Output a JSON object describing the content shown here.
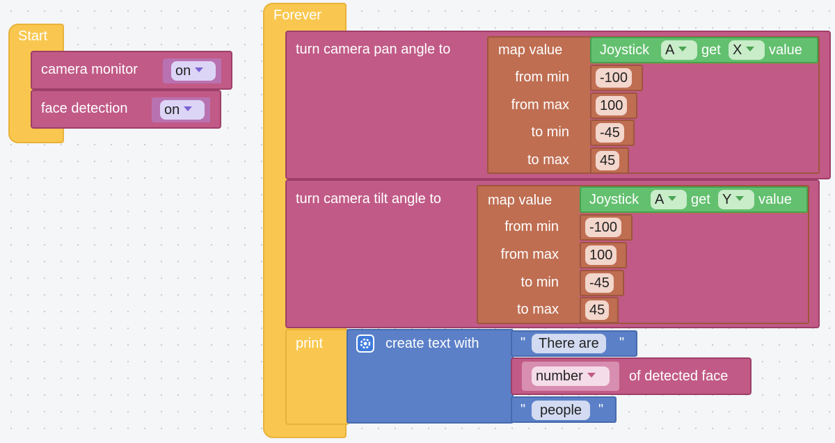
{
  "start": {
    "title": "Start",
    "camera_monitor": {
      "label": "camera monitor",
      "value": "on"
    },
    "face_detection": {
      "label": "face detection",
      "value": "on"
    }
  },
  "forever": {
    "title": "Forever",
    "pan": {
      "label": "turn camera pan angle to",
      "map_label": "map value",
      "joystick": {
        "label": "Joystick",
        "port": "A",
        "get_label": "get",
        "axis": "X",
        "value_label": "value"
      },
      "from_min_label": "from min",
      "from_min": "-100",
      "from_max_label": "from max",
      "from_max": "100",
      "to_min_label": "to min",
      "to_min": "-45",
      "to_max_label": "to max",
      "to_max": "45"
    },
    "tilt": {
      "label": "turn camera tilt angle to",
      "map_label": "map value",
      "joystick": {
        "label": "Joystick",
        "port": "A",
        "get_label": "get",
        "axis": "Y",
        "value_label": "value"
      },
      "from_min_label": "from min",
      "from_min": "-100",
      "from_max_label": "from max",
      "from_max": "100",
      "to_min_label": "to min",
      "to_min": "-45",
      "to_max_label": "to max",
      "to_max": "45"
    },
    "print": {
      "label": "print",
      "create_text_label": "create text with",
      "quote": "\"",
      "text1": "There are",
      "number_dropdown": "number",
      "number_suffix": "of detected face",
      "text2": "people",
      "settings_icon": "gear-icon"
    }
  },
  "colors": {
    "event": "#f9c74f",
    "camera": "#c15a86",
    "math": "#bf6e52",
    "sensor": "#63c06f",
    "text": "#5b80c8"
  }
}
